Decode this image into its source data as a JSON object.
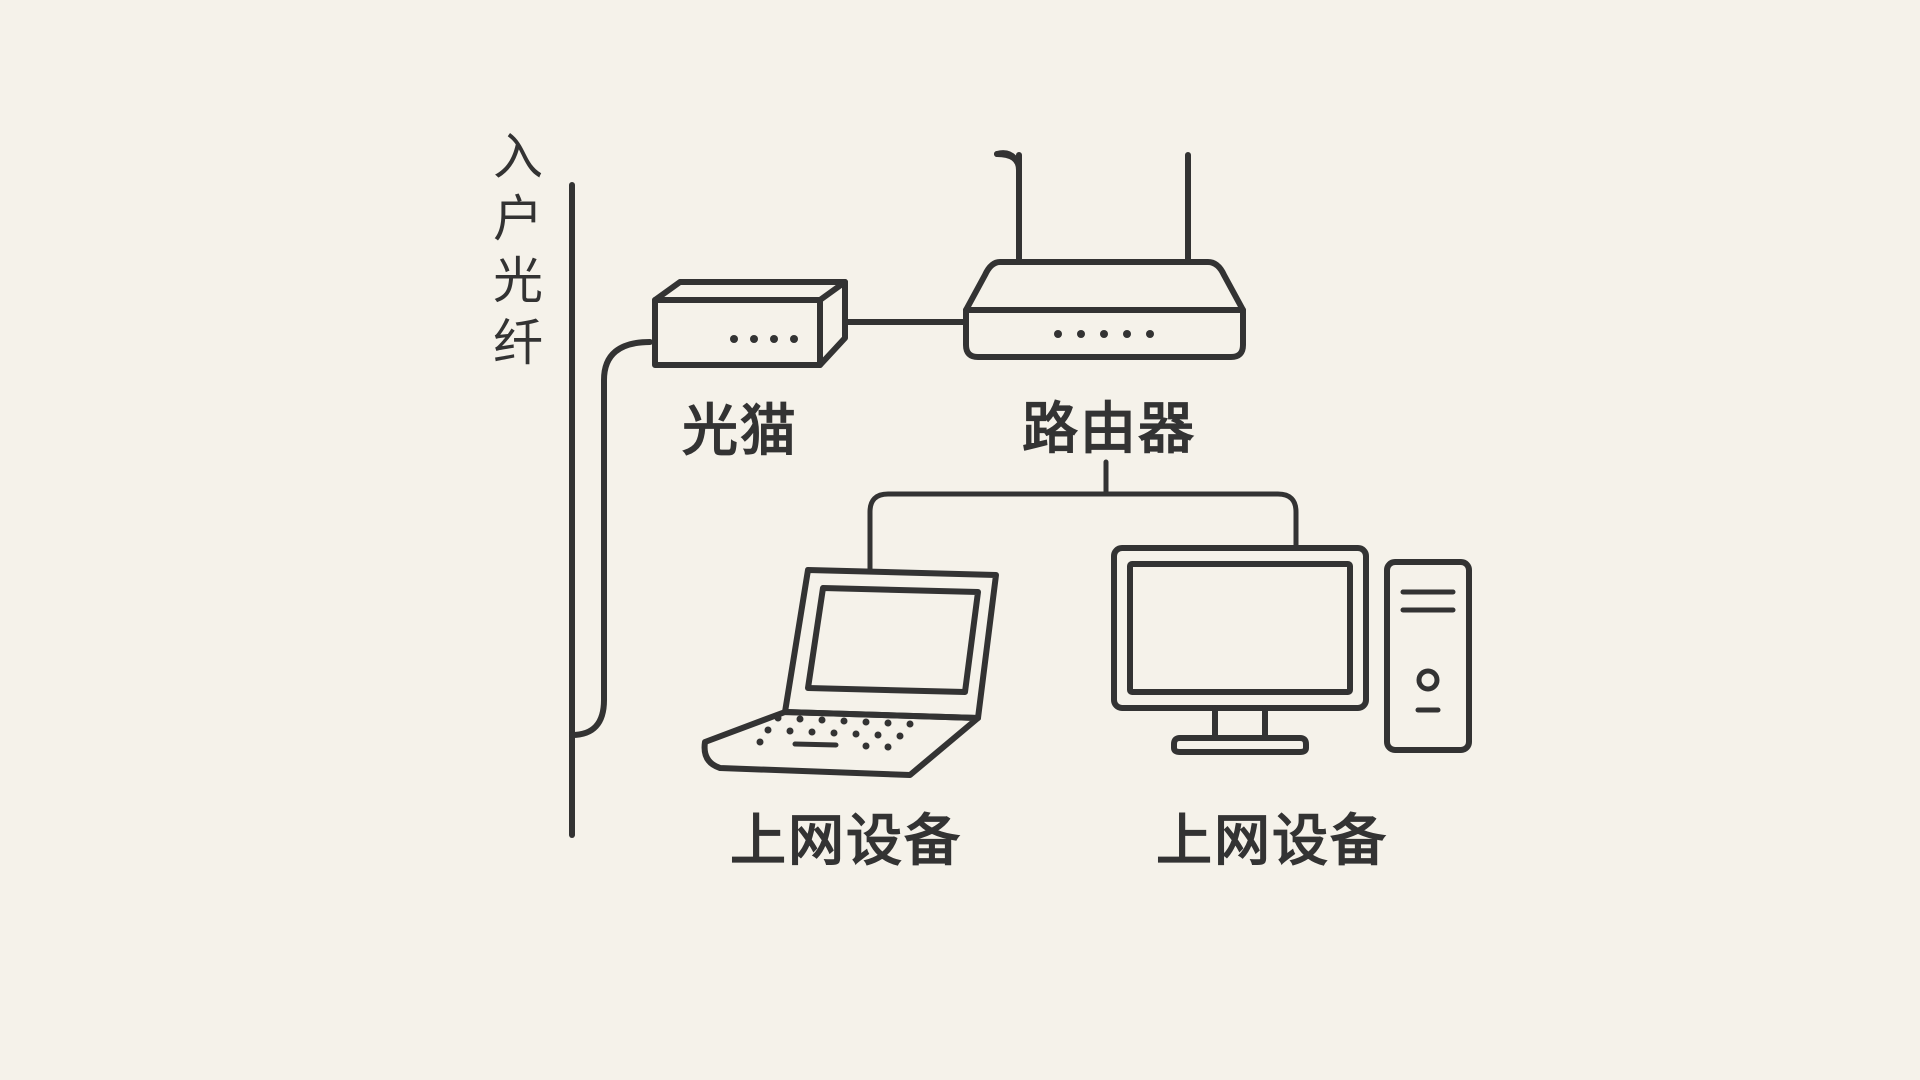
{
  "diagram": {
    "fiber_label": "入户光纤",
    "modem_label": "光猫",
    "router_label": "路由器",
    "device_left_label": "上网设备",
    "device_right_label": "上网设备"
  },
  "colors": {
    "background": "#f5f2ea",
    "stroke": "#333333"
  }
}
